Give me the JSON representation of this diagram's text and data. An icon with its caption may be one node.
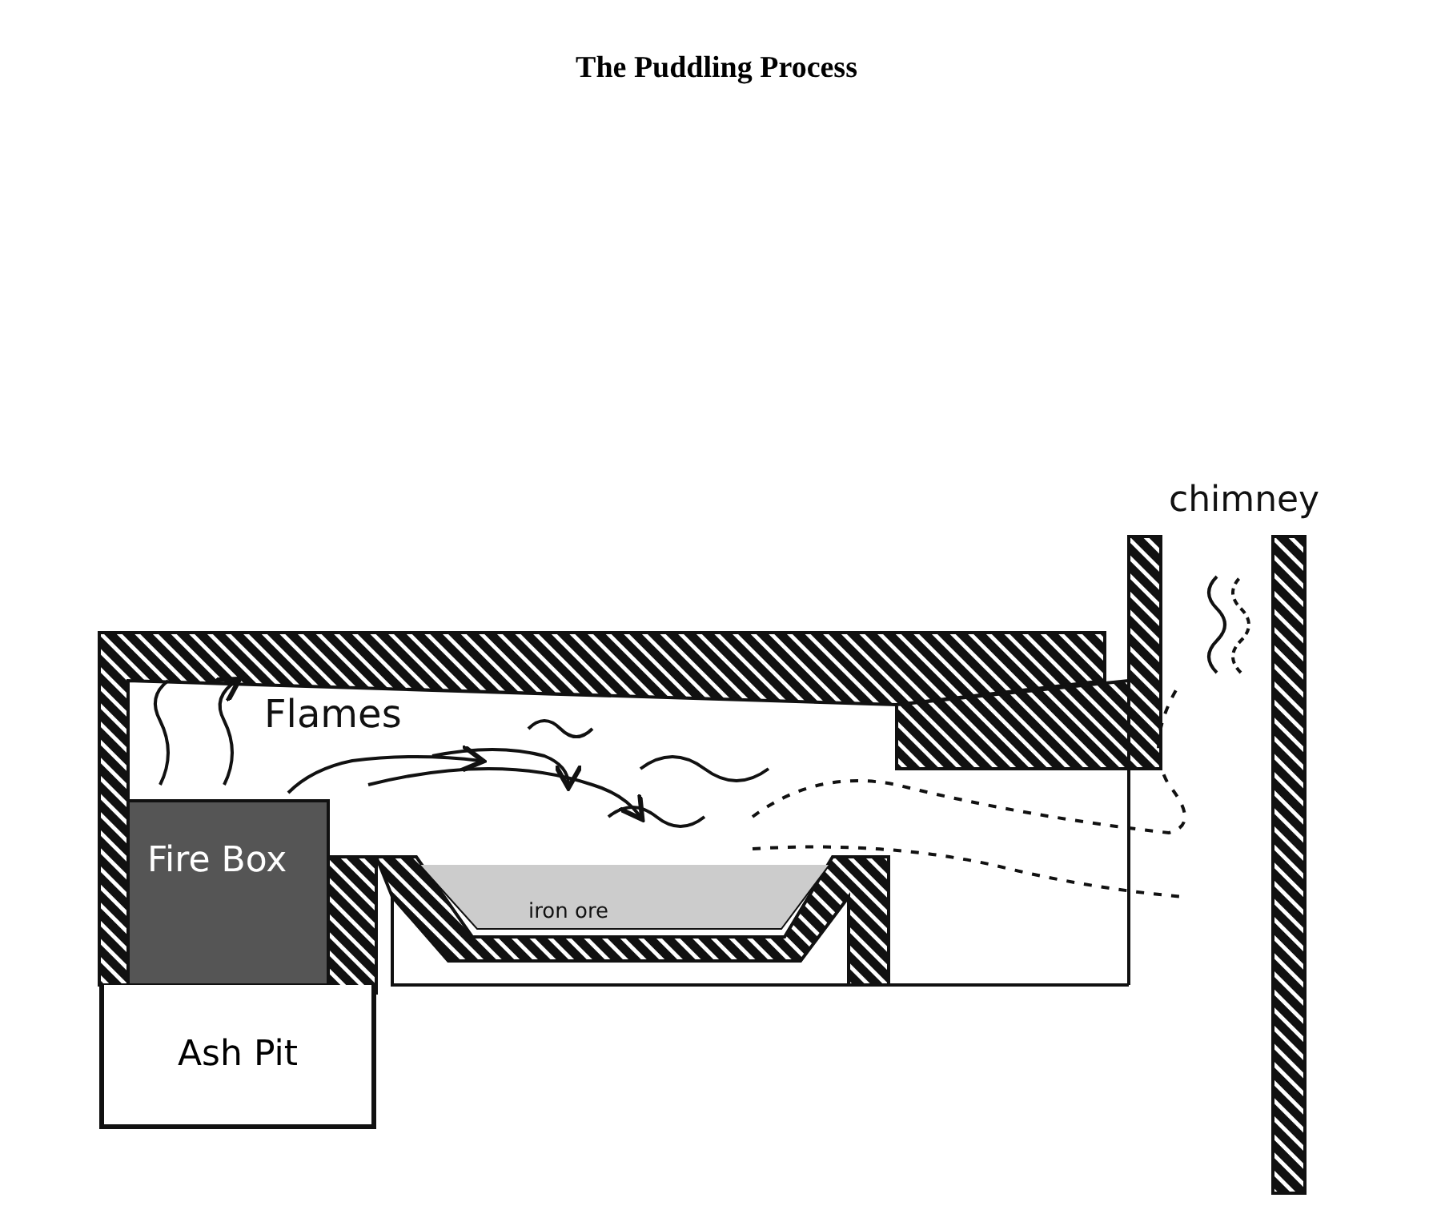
{
  "diagram": {
    "title": "The Puddling Process",
    "nodes": [
      {
        "text": [
          "Ash Pit"
        ]
      }
    ],
    "edges": [],
    "labels": [
      "chimney",
      "Flames",
      "Fire Box",
      "iron ore"
    ]
  }
}
